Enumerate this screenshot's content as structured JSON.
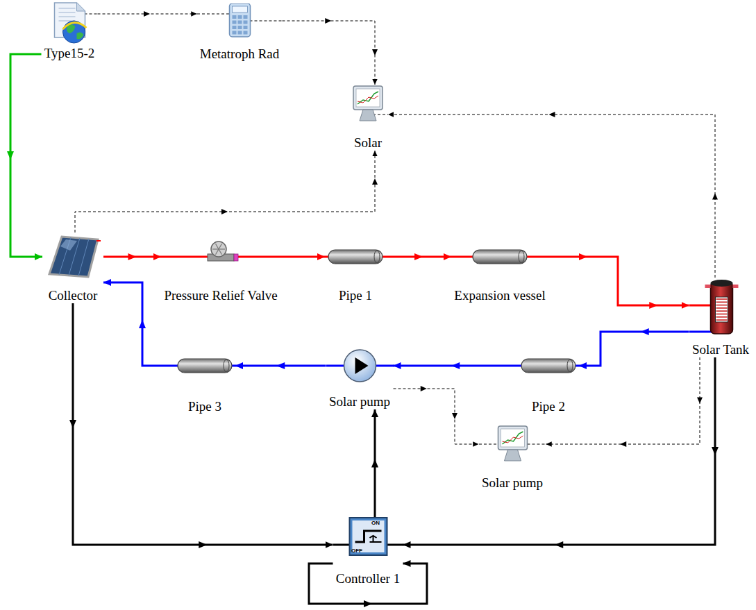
{
  "diagram": {
    "nodes": [
      {
        "text": [
          "Type15-2"
        ]
      },
      {
        "text": [
          "Metatroph Rad"
        ]
      },
      {
        "text": [
          "Solar"
        ]
      },
      {
        "text": [
          "Collector"
        ]
      },
      {
        "text": [
          "Pressure Relief Valve"
        ]
      },
      {
        "text": [
          "Pipe 1"
        ]
      },
      {
        "text": [
          "Expansion vessel"
        ]
      },
      {
        "text": [
          "Solar Tank"
        ]
      },
      {
        "text": [
          "Pipe 3"
        ]
      },
      {
        "text": [
          "Solar pump"
        ]
      },
      {
        "text": [
          "Pipe 2"
        ]
      },
      {
        "text": [
          "Solar pump"
        ]
      },
      {
        "text": [
          "Controller 1"
        ]
      }
    ],
    "edges": [
      {
        "from": 0,
        "to": 1,
        "arrow": "to"
      },
      {
        "from": 1,
        "to": 2,
        "arrow": "to"
      },
      {
        "from": 3,
        "to": 2,
        "arrow": "to"
      },
      {
        "from": 7,
        "to": 2,
        "arrow": "to"
      },
      {
        "from": 0,
        "to": 3,
        "arrow": "to"
      },
      {
        "from": 3,
        "to": 4,
        "arrow": "to"
      },
      {
        "from": 4,
        "to": 5,
        "arrow": "to"
      },
      {
        "from": 5,
        "to": 6,
        "arrow": "to"
      },
      {
        "from": 6,
        "to": 7,
        "arrow": "to"
      },
      {
        "from": 7,
        "to": 10,
        "arrow": "to"
      },
      {
        "from": 10,
        "to": 9,
        "arrow": "to"
      },
      {
        "from": 9,
        "to": 8,
        "arrow": "to"
      },
      {
        "from": 8,
        "to": 3,
        "arrow": "to"
      },
      {
        "from": 9,
        "to": 11,
        "arrow": "to"
      },
      {
        "from": 7,
        "to": 11,
        "arrow": "to"
      },
      {
        "from": 3,
        "to": 12,
        "arrow": "to"
      },
      {
        "from": 7,
        "to": 12,
        "arrow": "to"
      },
      {
        "from": 12,
        "to": 9,
        "arrow": "to"
      },
      {
        "from": 12,
        "to": 12,
        "arrow": "to"
      }
    ],
    "labels": [
      "ON",
      "OFF"
    ]
  }
}
